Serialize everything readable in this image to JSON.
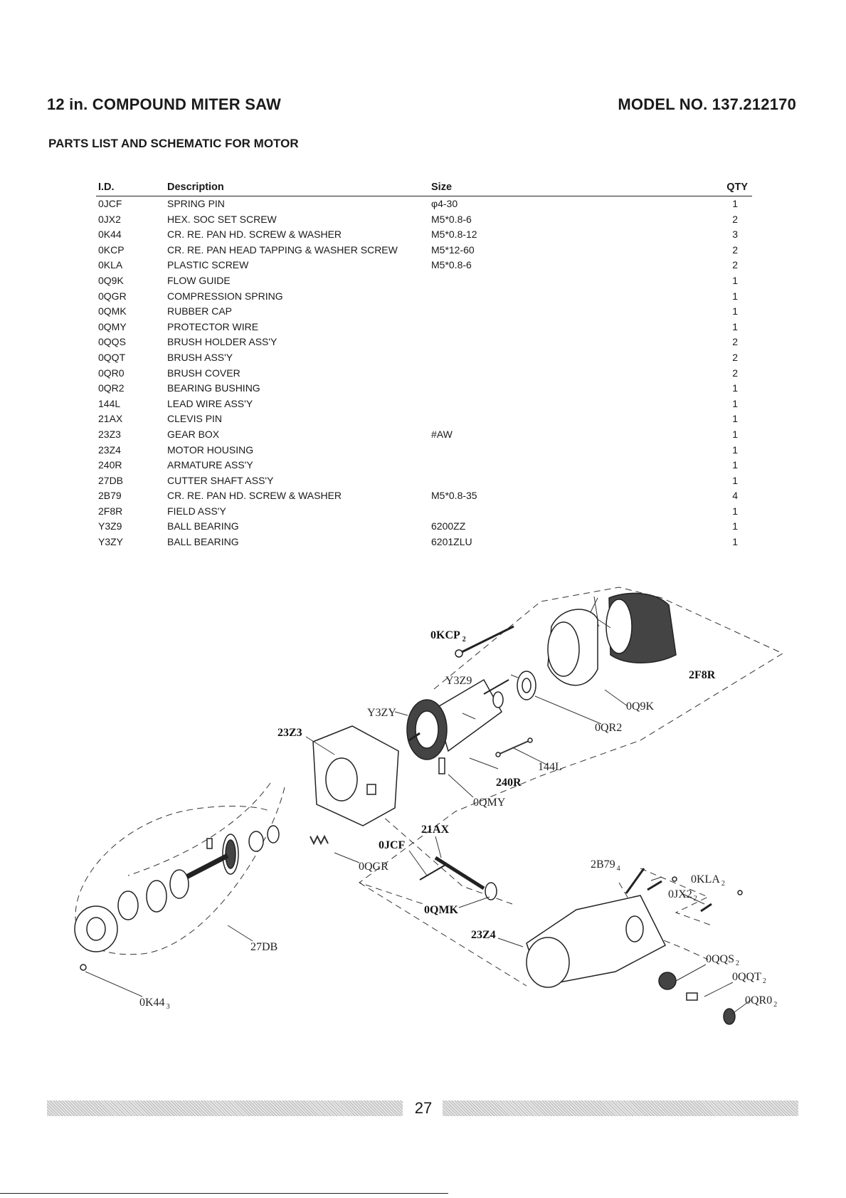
{
  "header": {
    "title": "12 in. COMPOUND MITER SAW",
    "model": "MODEL NO. 137.212170",
    "section": "PARTS LIST AND SCHEMATIC FOR MOTOR"
  },
  "parts_table": {
    "columns": {
      "id": "I.D.",
      "description": "Description",
      "size": "Size",
      "qty": "QTY"
    },
    "rows": [
      {
        "id": "0JCF",
        "description": "SPRING PIN",
        "size": "φ4-30",
        "qty": "1"
      },
      {
        "id": "0JX2",
        "description": "HEX. SOC SET SCREW",
        "size": "M5*0.8-6",
        "qty": "2"
      },
      {
        "id": "0K44",
        "description": "CR. RE. PAN HD. SCREW & WASHER",
        "size": "M5*0.8-12",
        "qty": "3"
      },
      {
        "id": "0KCP",
        "description": "CR. RE. PAN HEAD TAPPING & WASHER SCREW",
        "size": "M5*12-60",
        "qty": "2"
      },
      {
        "id": "0KLA",
        "description": "PLASTIC SCREW",
        "size": "M5*0.8-6",
        "qty": "2"
      },
      {
        "id": "0Q9K",
        "description": "FLOW GUIDE",
        "size": "",
        "qty": "1"
      },
      {
        "id": "0QGR",
        "description": "COMPRESSION SPRING",
        "size": "",
        "qty": "1"
      },
      {
        "id": "0QMK",
        "description": "RUBBER CAP",
        "size": "",
        "qty": "1"
      },
      {
        "id": "0QMY",
        "description": "PROTECTOR WIRE",
        "size": "",
        "qty": "1"
      },
      {
        "id": "0QQS",
        "description": "BRUSH HOLDER ASS'Y",
        "size": "",
        "qty": "2"
      },
      {
        "id": "0QQT",
        "description": "BRUSH ASS'Y",
        "size": "",
        "qty": "2"
      },
      {
        "id": "0QR0",
        "description": "BRUSH COVER",
        "size": "",
        "qty": "2"
      },
      {
        "id": "0QR2",
        "description": "BEARING BUSHING",
        "size": "",
        "qty": "1"
      },
      {
        "id": "144L",
        "description": "LEAD WIRE ASS'Y",
        "size": "",
        "qty": "1"
      },
      {
        "id": "21AX",
        "description": "CLEVIS PIN",
        "size": "",
        "qty": "1"
      },
      {
        "id": "23Z3",
        "description": "GEAR BOX",
        "size": "#AW",
        "qty": "1"
      },
      {
        "id": "23Z4",
        "description": "MOTOR HOUSING",
        "size": "",
        "qty": "1"
      },
      {
        "id": "240R",
        "description": "ARMATURE ASS'Y",
        "size": "",
        "qty": "1"
      },
      {
        "id": "27DB",
        "description": "CUTTER SHAFT ASS'Y",
        "size": "",
        "qty": "1"
      },
      {
        "id": "2B79",
        "description": "CR. RE. PAN HD. SCREW & WASHER",
        "size": "M5*0.8-35",
        "qty": "4"
      },
      {
        "id": "2F8R",
        "description": "FIELD ASS'Y",
        "size": "",
        "qty": "1"
      },
      {
        "id": "Y3Z9",
        "description": "BALL BEARING",
        "size": "6200ZZ",
        "qty": "1"
      },
      {
        "id": "Y3ZY",
        "description": "BALL BEARING",
        "size": "6201ZLU",
        "qty": "1"
      }
    ]
  },
  "diagram": {
    "callouts": {
      "okcp": {
        "text": "0KCP",
        "sub": "2"
      },
      "y3z9": {
        "text": "Y3Z9"
      },
      "f8r": {
        "text": "2F8R"
      },
      "q9k": {
        "text": "0Q9K"
      },
      "y3zy": {
        "text": "Y3ZY"
      },
      "qr2": {
        "text": "0QR2"
      },
      "z3": {
        "text": "23Z3"
      },
      "l144": {
        "text": "144L"
      },
      "r240": {
        "text": "240R"
      },
      "qmy": {
        "text": "0QMY"
      },
      "ax21": {
        "text": "21AX"
      },
      "jcf": {
        "text": "0JCF"
      },
      "qgr": {
        "text": "0QGR"
      },
      "b79": {
        "text": "2B79",
        "sub": "4"
      },
      "kla": {
        "text": "0KLA",
        "sub": "2"
      },
      "jx2": {
        "text": "0JX2",
        "sub": "2"
      },
      "qmk": {
        "text": "0QMK"
      },
      "z4": {
        "text": "23Z4"
      },
      "db27": {
        "text": "27DB"
      },
      "qqs": {
        "text": "0QQS",
        "sub": "2"
      },
      "qqt": {
        "text": "0QQT",
        "sub": "2"
      },
      "qr0": {
        "text": "0QR0",
        "sub": "2"
      },
      "k44": {
        "text": "0K44",
        "sub": "3"
      }
    }
  },
  "footer": {
    "page_number": "27"
  }
}
